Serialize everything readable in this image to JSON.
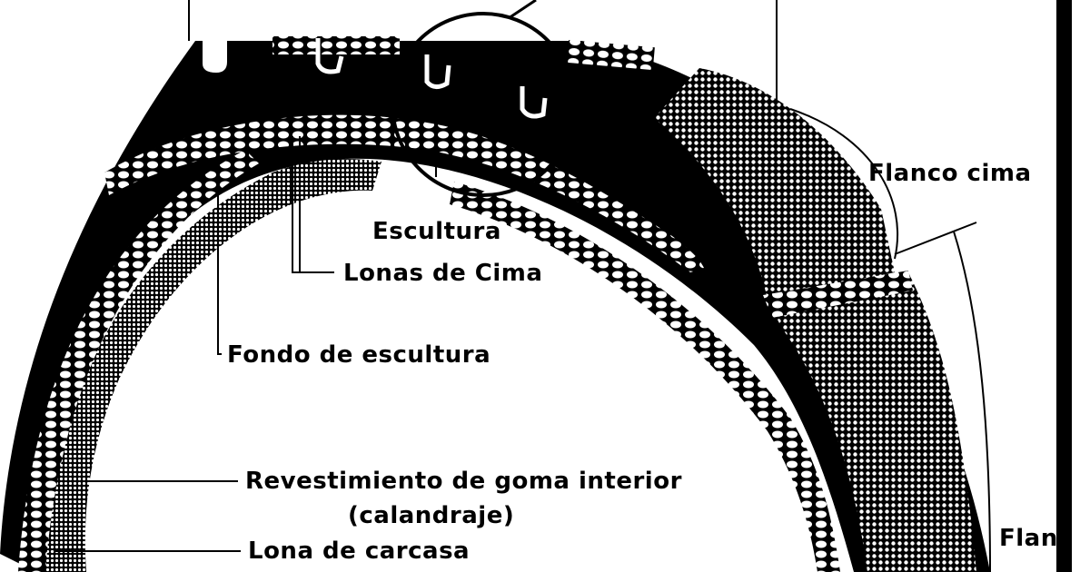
{
  "labels": {
    "escultura": "Escultura",
    "lonas_cima": "Lonas de Cima",
    "fondo_escultura": "Fondo de escultura",
    "flanco_cima": "Flanco cima",
    "revestimiento_line1": "Revestimiento de goma interior",
    "revestimiento_line2": "(calandraje)",
    "lona_carcasa": "Lona de carcasa",
    "flanco_cut": "Flanc"
  },
  "colors": {
    "ink": "#000000",
    "paper": "#ffffff"
  }
}
